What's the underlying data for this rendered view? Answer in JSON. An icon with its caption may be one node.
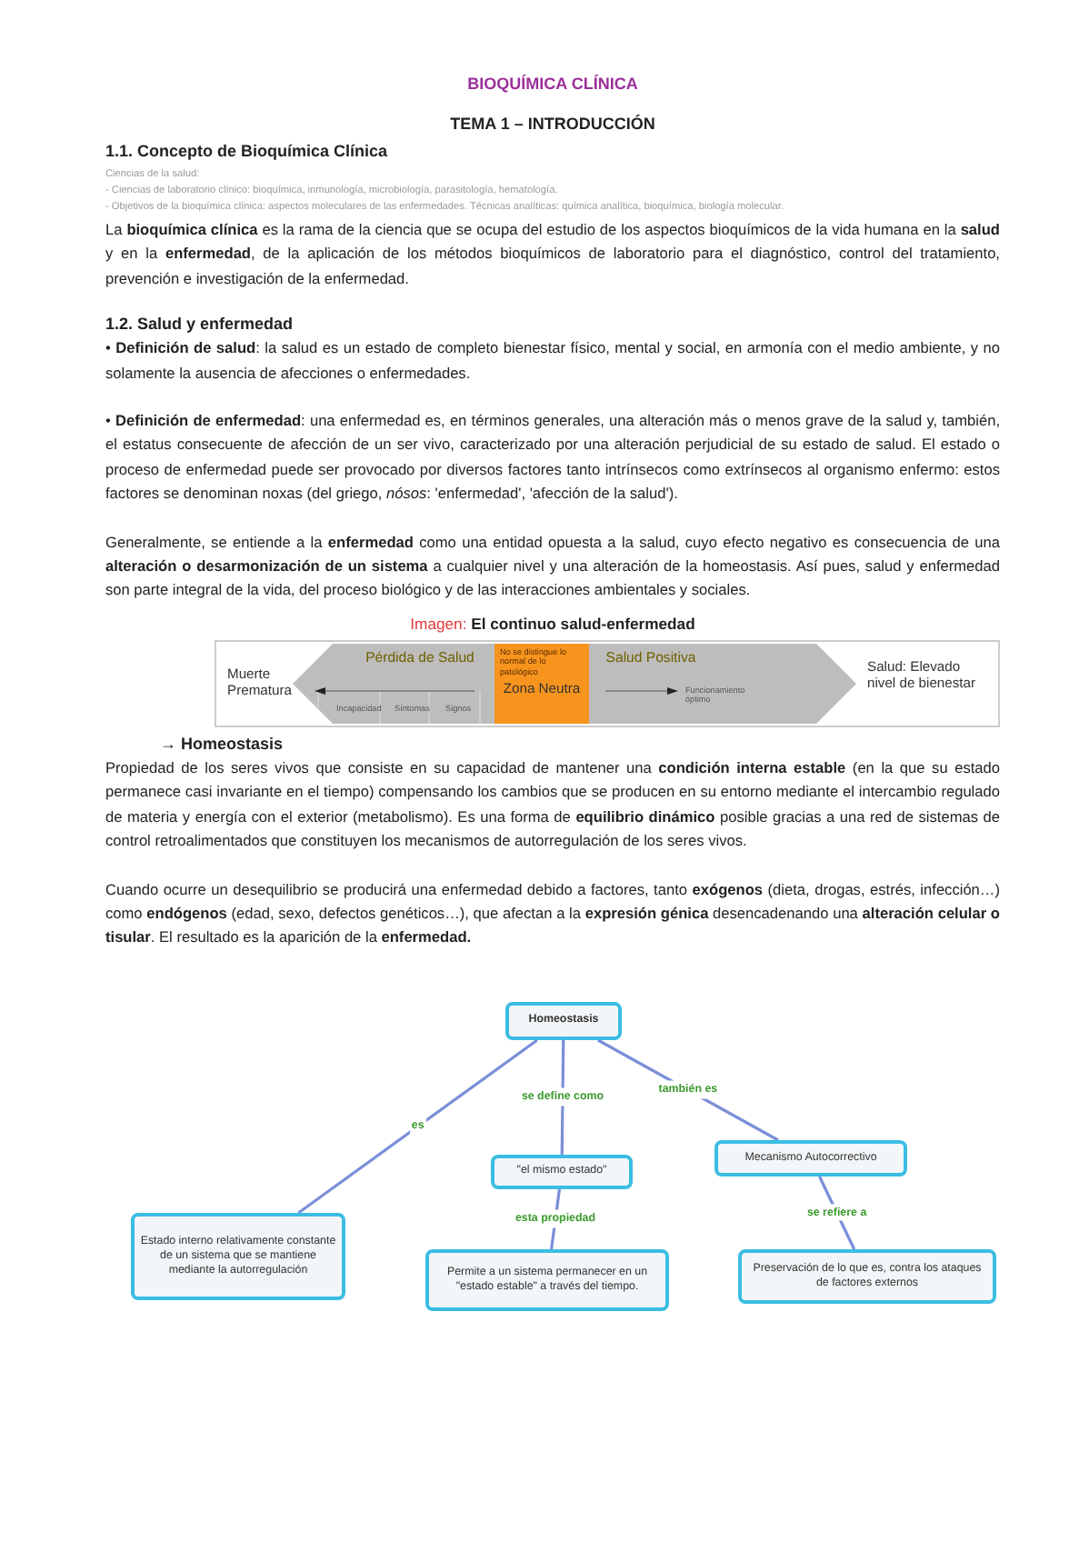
{
  "diagram": {
    "title": "BIOQUÍMICA CLÍNICA",
    "nodes": [
      {
        "text": [
          "Pérdida de Salud",
          "Salud Positiva",
          "Incapacidad",
          "Síntomas",
          "Signos",
          "Funcionamiento óptimo"
        ]
      },
      {
        "text": [
          "No se distingue lo normal de lo patológico",
          "Zona Neutra"
        ],
        "in": 0
      },
      {
        "text": [
          "Homeostasis"
        ]
      },
      {
        "text": [
          "\"el mismo estado\""
        ]
      },
      {
        "text": [
          "Mecanismo Autocorrectivo"
        ]
      },
      {
        "text": [
          "Estado interno relativamente constante de un sistema que se mantiene mediante la autorregulación"
        ]
      },
      {
        "text": [
          "Permite a un sistema permanecer en un \"estado estable\" a través del tiempo."
        ]
      },
      {
        "text": [
          "Preservación de lo que es, contra los ataques de factores externos"
        ]
      }
    ],
    "edges": [
      {
        "from": 2,
        "to": 5,
        "arrow": "none",
        "label": "es"
      },
      {
        "from": 2,
        "to": 3,
        "arrow": "none",
        "label": "se define como"
      },
      {
        "from": 2,
        "to": 4,
        "arrow": "none",
        "label": "también es"
      },
      {
        "from": 3,
        "to": 6,
        "arrow": "none",
        "label": "esta propiedad"
      },
      {
        "from": 4,
        "to": 7,
        "arrow": "none",
        "label": "se refiere a"
      }
    ],
    "labels": [
      "TEMA 1 – INTRODUCCIÓN",
      "1.1. Concepto de Bioquímica Clínica",
      "Ciencias de la salud:",
      "- Ciencias de laboratorio clínico: bioquímica, inmunología, microbiología, parasitología, hematología.",
      "- Objetivos de la bioquímica clínica: aspectos moleculares de las enfermedades. Técnicas analíticas: química analítica, bioquímica, biología molecular.",
      "La **bioquímica clínica** es la rama de la ciencia que se ocupa del estudio de los aspectos bioquímicos de la vida humana en la **salud** y en la **enfermedad**, de la aplicación de los métodos bioquímicos de laboratorio para el diagnóstico, control del tratamiento, prevención e investigación de la enfermedad.",
      "1.2. Salud y enfermedad",
      "• **Definición de salud**: la salud es un estado de completo bienestar físico, mental y social, en armonía con el medio ambiente, y no solamente la ausencia de afecciones o enfermedades.",
      "• **Definición de enfermedad**: una enfermedad es, en términos generales, una alteración más o menos grave de la salud y, también, el estatus consecuente de afección de un ser vivo, caracterizado por una alteración perjudicial de su estado de salud. El estado o proceso de enfermedad puede ser provocado por diversos factores tanto intrínsecos como extrínsecos al organismo enfermo: estos factores se denominan noxas (del griego, *nósos*: 'enfermedad', 'afección de la salud').",
      "Generalmente, se entiende a la **enfermedad** como una entidad opuesta a la salud, cuyo efecto negativo es consecuencia de una **alteración o desarmonización de un sistema** a cualquier nivel y una alteración de la homeostasis. Así pues, salud y enfermedad son parte integral de la vida, del proceso biológico y de las interacciones ambientales y sociales.",
      "Imagen:",
      "El continuo salud-enfermedad",
      "Muerte Prematura",
      "Salud: Elevado nivel de bienestar",
      "→ Homeostasis",
      "Propiedad de los seres vivos que consiste en su capacidad de mantener una **condición interna estable** (en la que su estado permanece casi invariante en el tiempo) compensando los cambios que se producen en su entorno mediante el intercambio regulado de materia y energía con el exterior (metabolismo). Es una forma de **equilibrio dinámico** posible gracias a una red de sistemas de control retroalimentados que constituyen los mecanismos de autorregulación de los seres vivos.",
      "Cuando ocurre un desequilibrio se producirá una enfermedad debido a factores, tanto **exógenos** (dieta, drogas, estrés, infección…) como **endógenos** (edad, sexo, defectos genéticos…), que afectan a la **expresión génica** desencadenando una **alteración celular o tisular**. El resultado es la aparición de la **enfermedad.**"
    ]
  }
}
